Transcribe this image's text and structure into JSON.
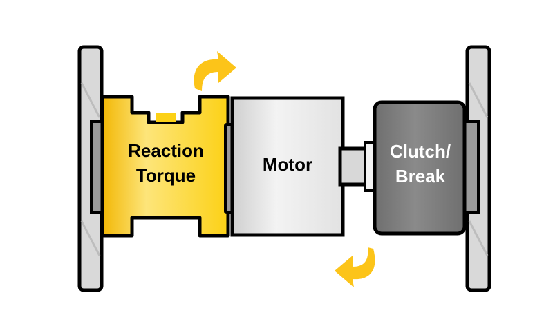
{
  "components": {
    "reaction_torque": {
      "line1": "Reaction",
      "line2": "Torque"
    },
    "motor": {
      "label": "Motor"
    },
    "clutch": {
      "line1": "Clutch/",
      "line2": "Break"
    }
  },
  "colors": {
    "outline": "#000000",
    "reaction_fill": "#fcd116",
    "reaction_highlight": "#fde57a",
    "reaction_shade": "#f2b705",
    "motor_fill": "#e2e2e2",
    "motor_highlight": "#f3f3f3",
    "motor_shade": "#cfcfcf",
    "shaft_fill": "#d8d8d8",
    "clutch_fill": "#6f6f6f",
    "clutch_highlight": "#8a8a8a",
    "clutch_text": "#ffffff",
    "wall_fill": "#d9d9d9",
    "wall_inner": "#9a9a9a",
    "arrow_fill": "#fcc419",
    "label_text": "#000000"
  },
  "icons": {
    "top_arrow": "curved-rotation-arrow-icon",
    "bottom_arrow": "curved-rotation-arrow-icon"
  }
}
